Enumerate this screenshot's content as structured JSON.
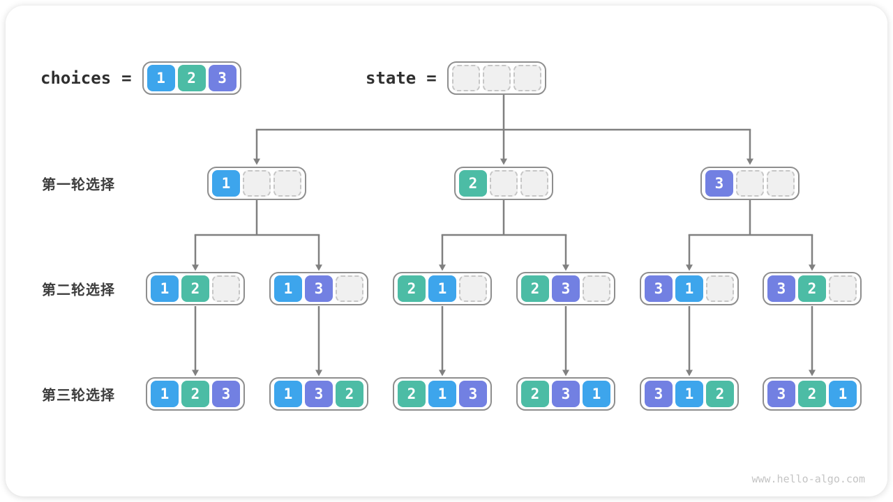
{
  "palette": {
    "1": "#3da5ec",
    "2": "#4cbca5",
    "3": "#7280e2",
    "arrow": "#808080",
    "node_border": "#8e8e8e",
    "empty_fill": "#f0f0f0",
    "empty_border": "#c6c6c6"
  },
  "header": {
    "choices_label": "choices",
    "equals": "=",
    "choices_values": [
      1,
      2,
      3
    ],
    "state_label": "state",
    "state_cells": [
      null,
      null,
      null
    ]
  },
  "tree": {
    "rows": [
      {
        "label": "第一轮选择",
        "nodes": [
          {
            "cells": [
              1,
              null,
              null
            ]
          },
          {
            "cells": [
              2,
              null,
              null
            ]
          },
          {
            "cells": [
              3,
              null,
              null
            ]
          }
        ]
      },
      {
        "label": "第二轮选择",
        "nodes": [
          {
            "cells": [
              1,
              2,
              null
            ]
          },
          {
            "cells": [
              1,
              3,
              null
            ]
          },
          {
            "cells": [
              2,
              1,
              null
            ]
          },
          {
            "cells": [
              2,
              3,
              null
            ]
          },
          {
            "cells": [
              3,
              1,
              null
            ]
          },
          {
            "cells": [
              3,
              2,
              null
            ]
          }
        ]
      },
      {
        "label": "第三轮选择",
        "nodes": [
          {
            "cells": [
              1,
              2,
              3
            ]
          },
          {
            "cells": [
              1,
              3,
              2
            ]
          },
          {
            "cells": [
              2,
              1,
              3
            ]
          },
          {
            "cells": [
              2,
              3,
              1
            ]
          },
          {
            "cells": [
              3,
              1,
              2
            ]
          },
          {
            "cells": [
              3,
              2,
              1
            ]
          }
        ]
      }
    ]
  },
  "watermark": "www.hello-algo.com"
}
